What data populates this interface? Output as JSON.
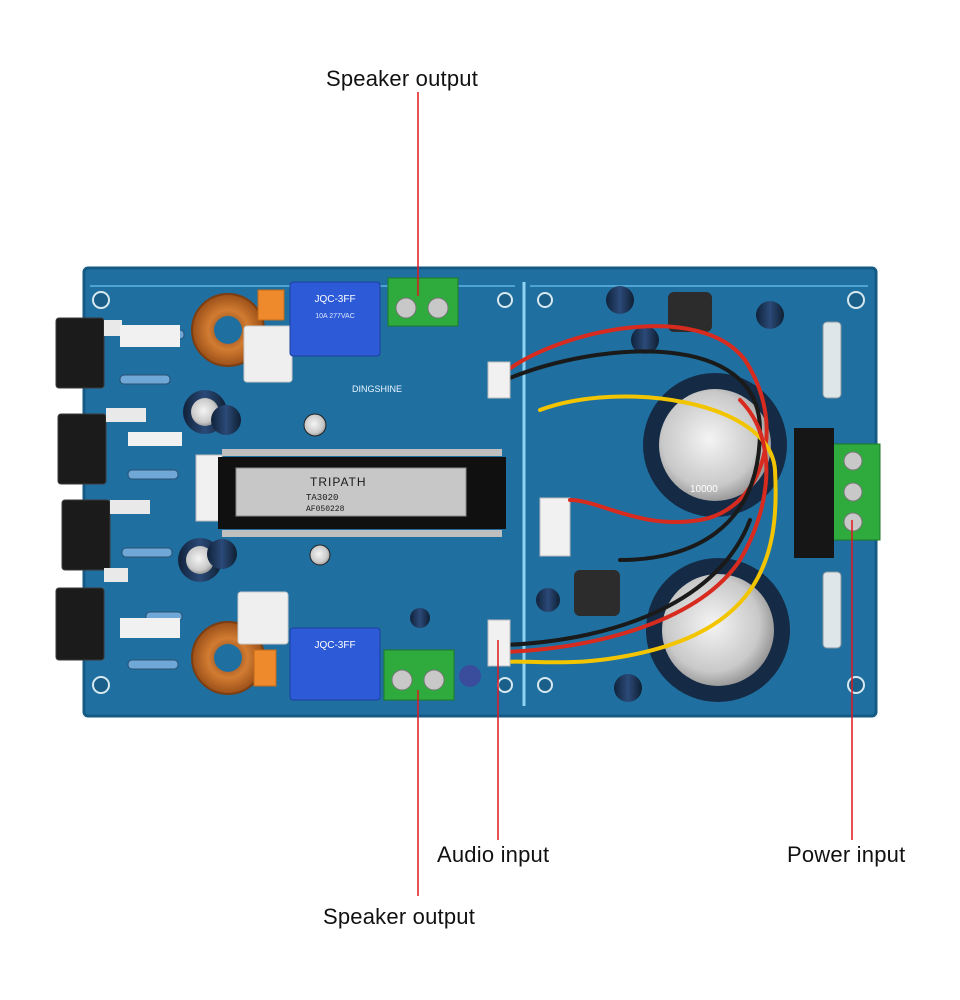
{
  "colors": {
    "background": "#ffffff",
    "pcb": "#1e6f9f",
    "pcb_edge": "#155a84",
    "leader_line": "#e0191e",
    "terminal_green": "#2faa3c",
    "copper": "#c9752d"
  },
  "labels": {
    "speaker_output_top": "Speaker output",
    "speaker_output_bottom": "Speaker output",
    "audio_input": "Audio input",
    "power_input": "Power input"
  },
  "board_markings": {
    "chip_brand": "TRIPATH",
    "chip_model": "TA3020",
    "chip_code": "AF050228",
    "board_brand": "DINGSHINE",
    "relay_top_model": "JQC-3FF",
    "relay_bottom_model": "JQC-3FF",
    "relay_rating": "10A 277VAC",
    "cap_label": "10000"
  }
}
